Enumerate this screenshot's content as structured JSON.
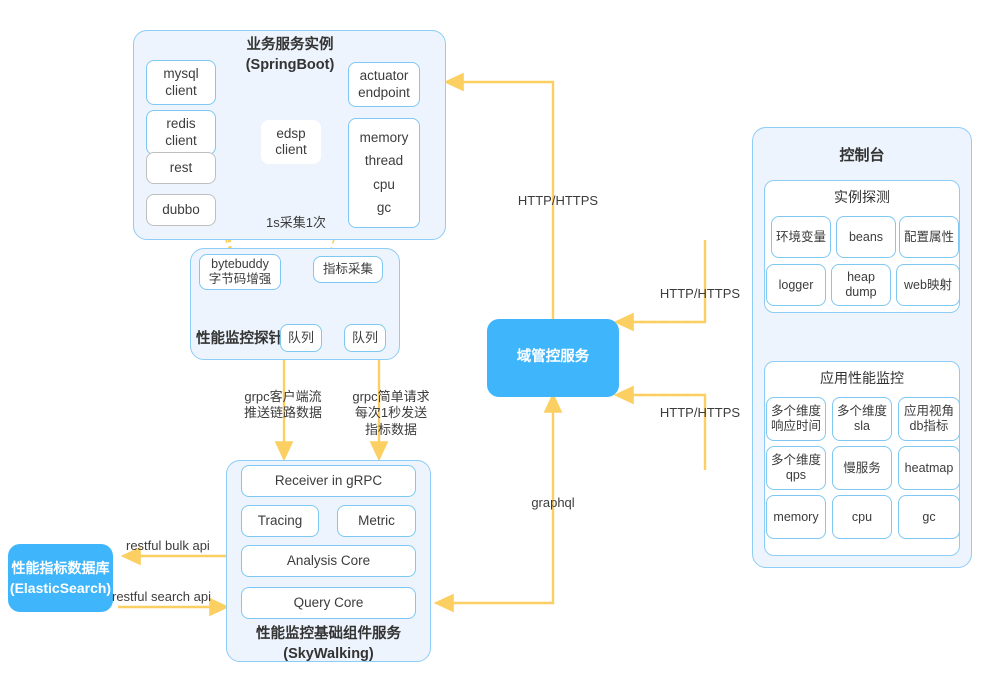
{
  "colors": {
    "accent_blue": "#3fb6fb",
    "panel_bg": "#edf4fd",
    "panel_border": "#8ecdf5",
    "arrow_yellow": "#fbcf61",
    "text": "#3c3c3c"
  },
  "springboot_panel": {
    "title": "业务服务实例\n(SpringBoot)",
    "left_nodes": [
      {
        "label": "mysql\nclient"
      },
      {
        "label": "redis\nclient"
      },
      {
        "label": "rest"
      },
      {
        "label": "dubbo"
      }
    ],
    "center_node": {
      "label": "edsp\nclient"
    },
    "sample_label": "1s采集1次",
    "right_nodes": [
      {
        "label": "actuator\nendpoint"
      }
    ],
    "metrics_node": {
      "items": [
        "memory",
        "thread",
        "cpu",
        "gc"
      ]
    }
  },
  "probe_panel": {
    "title": "性能监控探针",
    "nodes": [
      {
        "label": "bytebuddy\n字节码增强"
      },
      {
        "label": "指标采集"
      },
      {
        "label": "队列"
      },
      {
        "label": "队列"
      }
    ]
  },
  "skywalking_panel": {
    "title": "性能监控基础组件服务\n(SkyWalking)",
    "nodes": [
      {
        "label": "Receiver in gRPC"
      },
      {
        "label": "Tracing"
      },
      {
        "label": "Metric"
      },
      {
        "label": "Analysis Core"
      },
      {
        "label": "Query Core"
      }
    ]
  },
  "console_panel": {
    "title": "控制台",
    "sections": [
      {
        "title": "实例探测",
        "items": [
          "环境变量",
          "beans",
          "配置属性",
          "logger",
          "heap\ndump",
          "web映射"
        ]
      },
      {
        "title": "应用性能监控",
        "items": [
          "多个维度\n响应时间",
          "多个维度\nsla",
          "应用视角\ndb指标",
          "多个维度\nqps",
          "慢服务",
          "heatmap",
          "memory",
          "cpu",
          "gc"
        ]
      }
    ]
  },
  "control_service": {
    "label": "域管控服务"
  },
  "database": {
    "label": "性能指标数据库\n(ElasticSearch)"
  },
  "edges": {
    "http_top": "HTTP/HTTPS",
    "http_console_upper": "HTTP/HTTPS",
    "http_console_lower": "HTTP/HTTPS",
    "graphql": "graphql",
    "grpc_stream": "grpc客户端流\n推送链路数据",
    "grpc_simple": "grpc简单请求\n每次1秒发送\n指标数据",
    "restful_bulk": "restful bulk api",
    "restful_search": "restful search api"
  }
}
